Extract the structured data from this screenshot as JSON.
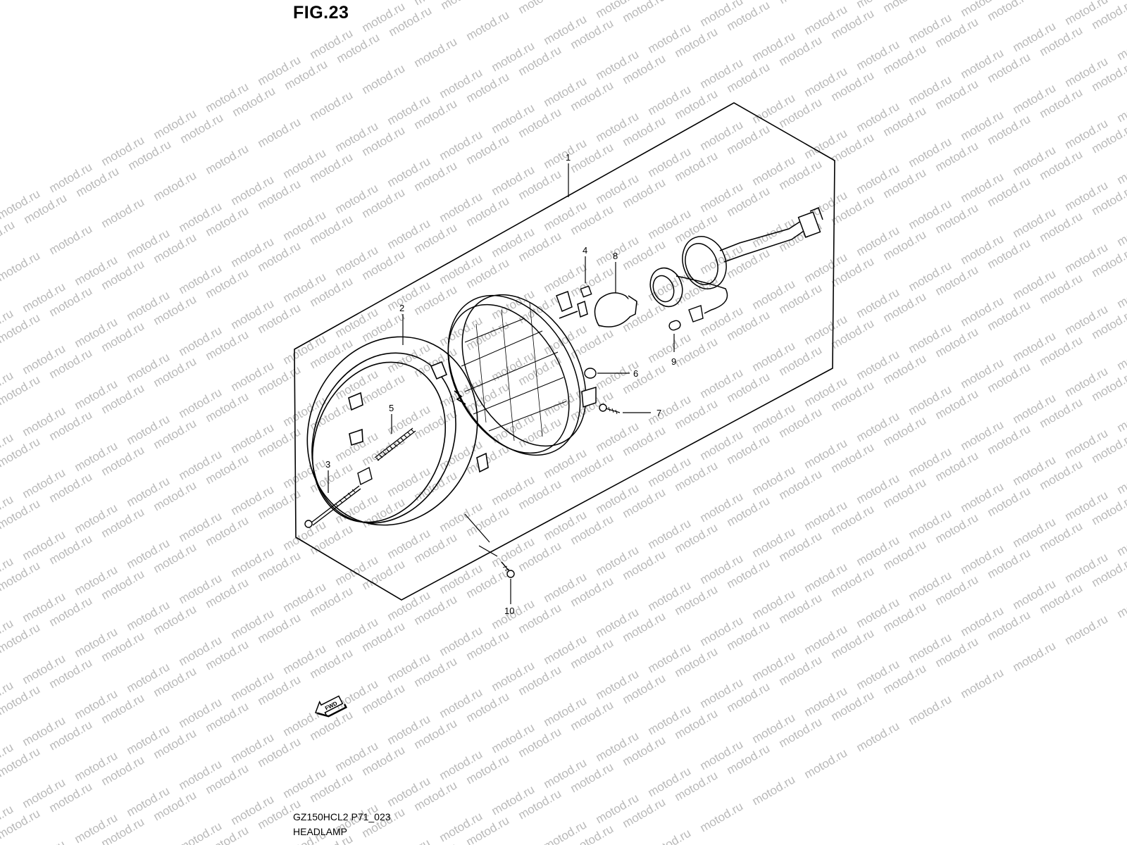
{
  "figure_title": "FIG.23",
  "diagram_code": "GZ150HCL2 P71_023",
  "diagram_name": "HEADLAMP",
  "watermark_text": "motod.ru",
  "forward_arrow_label": "FWD",
  "part_numbers": [
    "1",
    "2",
    "3",
    "4",
    "5",
    "6",
    "7",
    "8",
    "9",
    "10"
  ],
  "colors": {
    "line": "#000000",
    "watermark": "#b9b9b9",
    "background": "#ffffff"
  }
}
